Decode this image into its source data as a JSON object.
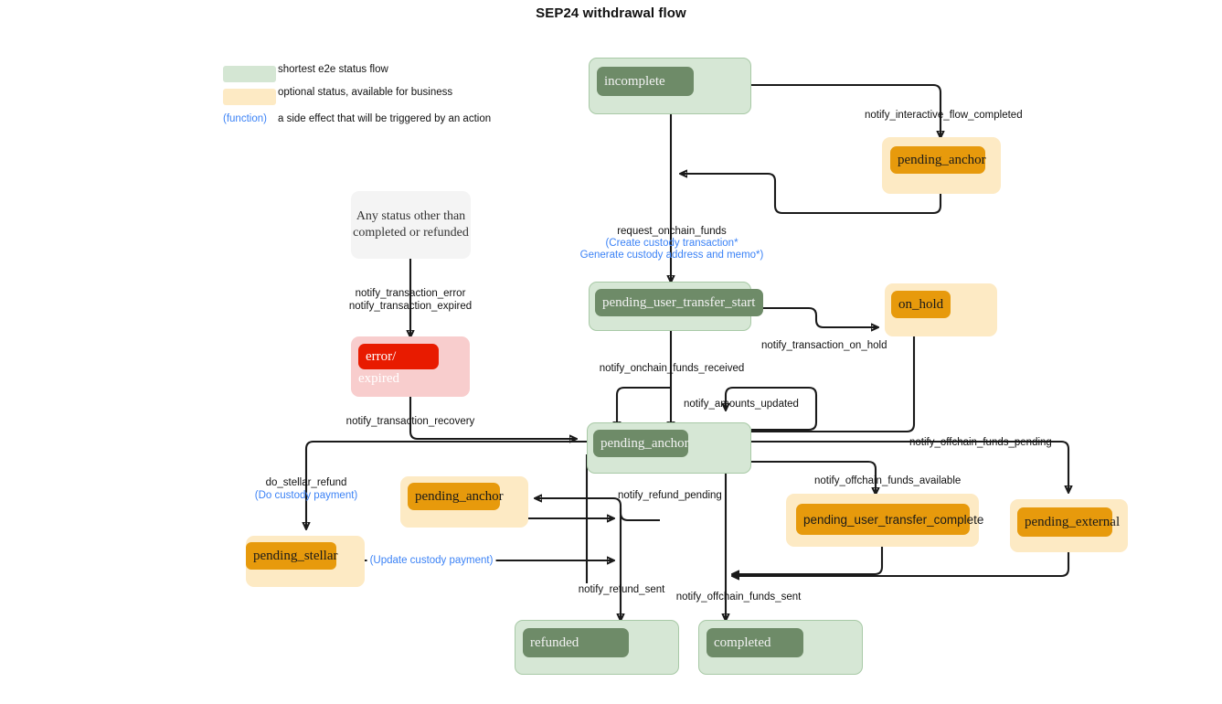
{
  "title": "SEP24 withdrawal flow",
  "legend": {
    "rows": [
      {
        "swatch": "green",
        "text": "shortest e2e status flow"
      },
      {
        "swatch": "cream",
        "text": "optional status, available for business"
      }
    ],
    "function_token": "(function)",
    "function_text": "a side effect that will be triggered by an action"
  },
  "colors": {
    "green_box": "#d6e7d5",
    "green_chip": "#6e8b68",
    "cream_box": "#fdeac4",
    "orange_chip": "#e79a0c",
    "pink_box": "#f8cdcd",
    "red_chip": "#e81b00",
    "gray_box": "#f4f4f4",
    "edge": "#1a1a1a",
    "function_text": "#3b82f6"
  },
  "nodes": {
    "incomplete": "incomplete",
    "pending_anchor_top": "pending_anchor",
    "any_status": "Any status other than completed or refunded",
    "error_line1": "error/",
    "error_line2": "expired",
    "pending_user_transfer_start": "pending_user_transfer_start",
    "on_hold": "on_hold",
    "pending_anchor_center": "pending_anchor",
    "pending_anchor_refund": "pending_anchor",
    "pending_stellar": "pending_stellar",
    "pending_user_transfer_complete": "pending_user_transfer_complete",
    "pending_external": "pending_external",
    "refunded": "refunded",
    "completed": "completed"
  },
  "edges": {
    "notify_interactive_flow_completed": "notify_interactive_flow_completed",
    "request_onchain_funds": "request_onchain_funds",
    "request_onchain_funds_fn1": "(Create custody transaction*",
    "request_onchain_funds_fn2": "Generate custody address and memo*)",
    "notify_transaction_error": "notify_transaction_error",
    "notify_transaction_expired": "notify_transaction_expired",
    "notify_transaction_recovery": "notify_transaction_recovery",
    "notify_onchain_funds_received": "notify_onchain_funds_received",
    "notify_amounts_updated": "notify_amounts_updated",
    "notify_transaction_on_hold": "notify_transaction_on_hold",
    "notify_offchain_funds_pending": "notify_offchain_funds_pending",
    "notify_offchain_funds_available": "notify_offchain_funds_available",
    "do_stellar_refund": "do_stellar_refund",
    "do_stellar_refund_fn": "(Do custody payment)",
    "update_custody_payment_fn": "(Update custody payment)",
    "notify_refund_pending": "notify_refund_pending",
    "notify_refund_sent": "notify_refund_sent",
    "notify_offchain_funds_sent": "notify_offchain_funds_sent"
  }
}
